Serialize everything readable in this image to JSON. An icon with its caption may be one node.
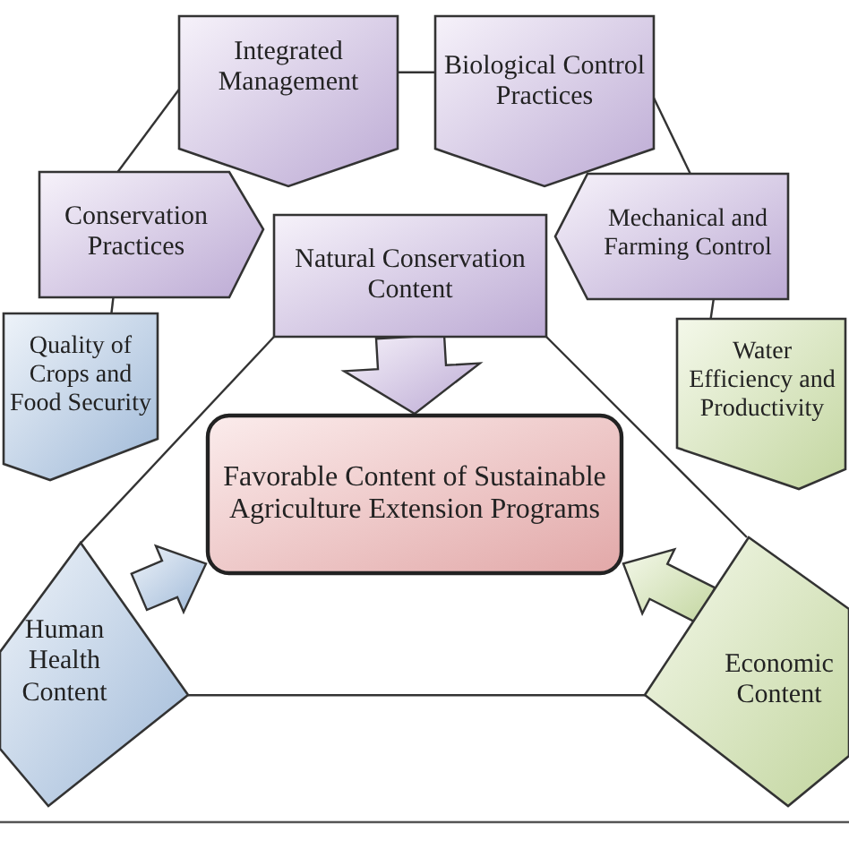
{
  "diagram": {
    "nodes": [
      {
        "text": [
          "Integrated Management"
        ]
      },
      {
        "text": [
          "Biological Control Practices"
        ]
      },
      {
        "text": [
          "Conservation Practices"
        ]
      },
      {
        "text": [
          "Mechanical and Farming Control"
        ]
      },
      {
        "text": [
          "Natural Conservation Content"
        ]
      },
      {
        "text": [
          "Quality of Crops and Food Security"
        ]
      },
      {
        "text": [
          "Water Efficiency and Productivity"
        ]
      },
      {
        "text": [
          "Favorable Content of Sustainable Agriculture Extension Programs"
        ]
      },
      {
        "text": [
          "Human Health Content"
        ]
      },
      {
        "text": [
          "Economic Content"
        ]
      }
    ],
    "edges": [
      {
        "from": 0,
        "to": 1,
        "arrow": "none"
      },
      {
        "from": 1,
        "to": 3,
        "arrow": "none"
      },
      {
        "from": 0,
        "to": 2,
        "arrow": "none"
      },
      {
        "from": 2,
        "to": 5,
        "arrow": "none"
      },
      {
        "from": 3,
        "to": 6,
        "arrow": "none"
      },
      {
        "from": 4,
        "to": 7,
        "arrow": "to",
        "style": "thick"
      },
      {
        "from": 4,
        "to": 8,
        "arrow": "none"
      },
      {
        "from": 4,
        "to": 9,
        "arrow": "none"
      },
      {
        "from": 8,
        "to": 7,
        "arrow": "to",
        "style": "thick"
      },
      {
        "from": 9,
        "to": 7,
        "arrow": "to",
        "style": "thick"
      },
      {
        "from": 8,
        "to": 9,
        "arrow": "none"
      }
    ]
  }
}
